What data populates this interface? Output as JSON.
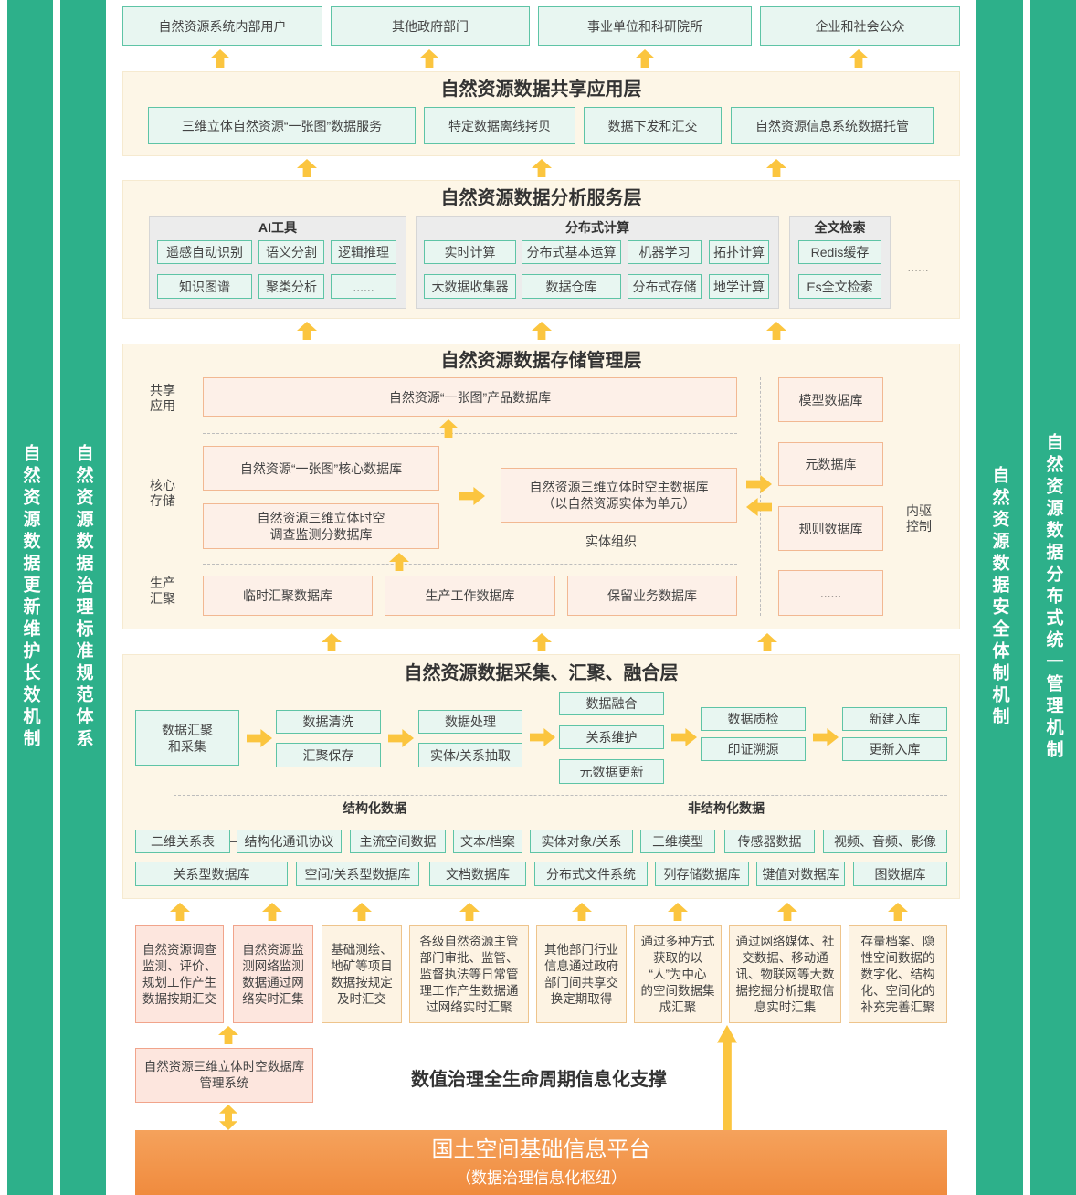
{
  "colors": {
    "mechanism_green": "#2db08a",
    "arrow_yellow": "#fbc53f",
    "platform_orange": "#f39a50"
  },
  "side_bars": {
    "left_outer": "自然资源数据更新维护长效机制",
    "left_inner": "自然资源数据治理标准规范体系",
    "right_inner": "自然资源数据安全体制机制",
    "right_outer": "自然资源数据分布式统一管理机制"
  },
  "users": [
    "自然资源系统内部用户",
    "其他政府部门",
    "事业单位和科研院所",
    "企业和社会公众"
  ],
  "sharing_layer": {
    "title": "自然资源数据共享应用层",
    "items": [
      "三维立体自然资源“一张图”数据服务",
      "特定数据离线拷贝",
      "数据下发和汇交",
      "自然资源信息系统数据托管"
    ]
  },
  "analysis_layer": {
    "title": "自然资源数据分析服务层",
    "ai_tools": {
      "title": "AI工具",
      "items": [
        "遥感自动识别",
        "语义分割",
        "逻辑推理",
        "知识图谱",
        "聚类分析",
        "......"
      ]
    },
    "distributed": {
      "title": "分布式计算",
      "items": [
        "实时计算",
        "分布式基本运算",
        "机器学习",
        "拓扑计算",
        "大数据收集器",
        "数据仓库",
        "分布式存储",
        "地学计算"
      ]
    },
    "fulltext": {
      "title": "全文检索",
      "items": [
        "Redis缓存",
        "Es全文检索"
      ]
    },
    "more": "......"
  },
  "storage_layer": {
    "title": "自然资源数据存储管理层",
    "row_labels": [
      "共享\n应用",
      "核心\n存储",
      "生产\n汇聚"
    ],
    "product_db": "自然资源“一张图”产品数据库",
    "core_db": "自然资源“一张图”核心数据库",
    "survey_db": "自然资源三维立体时空\n调查监测分数据库",
    "master_db": "自然资源三维立体时空主数据库\n（以自然资源实体为单元）",
    "entity_org": "实体组织",
    "production_dbs": [
      "临时汇聚数据库",
      "生产工作数据库",
      "保留业务数据库"
    ],
    "control_dbs": [
      "模型数据库",
      "元数据库",
      "规则数据库",
      "......"
    ],
    "control_label": "内驱\n控制"
  },
  "collection_layer": {
    "title": "自然资源数据采集、汇聚、融合层",
    "gather": "数据汇聚\n和采集",
    "cleaning": [
      "数据清洗",
      "汇聚保存"
    ],
    "processing": [
      "数据处理",
      "实体/关系抽取"
    ],
    "fusion": [
      "数据融合",
      "关系维护",
      "元数据更新"
    ],
    "quality": [
      "数据质检",
      "印证溯源"
    ],
    "storing": [
      "新建入库",
      "更新入库"
    ],
    "structured_label": "结构化数据",
    "unstructured_label": "非结构化数据",
    "data_types": [
      "二维关系表",
      "结构化通讯协议",
      "主流空间数据",
      "文本/档案",
      "实体对象/关系",
      "三维模型",
      "传感器数据",
      "视频、音频、影像"
    ],
    "databases": [
      "关系型数据库",
      "空间/关系型数据库",
      "文档数据库",
      "分布式文件系统",
      "列存储数据库",
      "键值对数据库",
      "图数据库"
    ]
  },
  "sources": [
    "自然资源调查\n监测、评价、\n规划工作产生\n数据按期汇交",
    "自然资源监\n测网络监测\n数据通过网\n络实时汇集",
    "基础测绘、\n地矿等项目\n数据按规定\n及时汇交",
    "各级自然资源主管\n部门审批、监管、\n监督执法等日常管\n理工作产生数据通\n过网络实时汇聚",
    "其他部门行业\n信息通过政府\n部门间共享交\n换定期取得",
    "通过多种方式\n获取的以\n“人”为中心\n的空间数据集\n成汇聚",
    "通过网络媒体、社\n交数据、移动通\n讯、物联网等大数\n据挖掘分析提取信\n息实时汇集",
    "存量档案、隐\n性空间数据的\n数字化、结构\n化、空间化的\n补充完善汇聚"
  ],
  "management_system": "自然资源三维立体时空数据库\n管理系统",
  "support_text": "数值治理全生命周期信息化支撑",
  "platform": {
    "title": "国土空间基础信息平台",
    "subtitle": "（数据治理信息化枢纽）"
  }
}
